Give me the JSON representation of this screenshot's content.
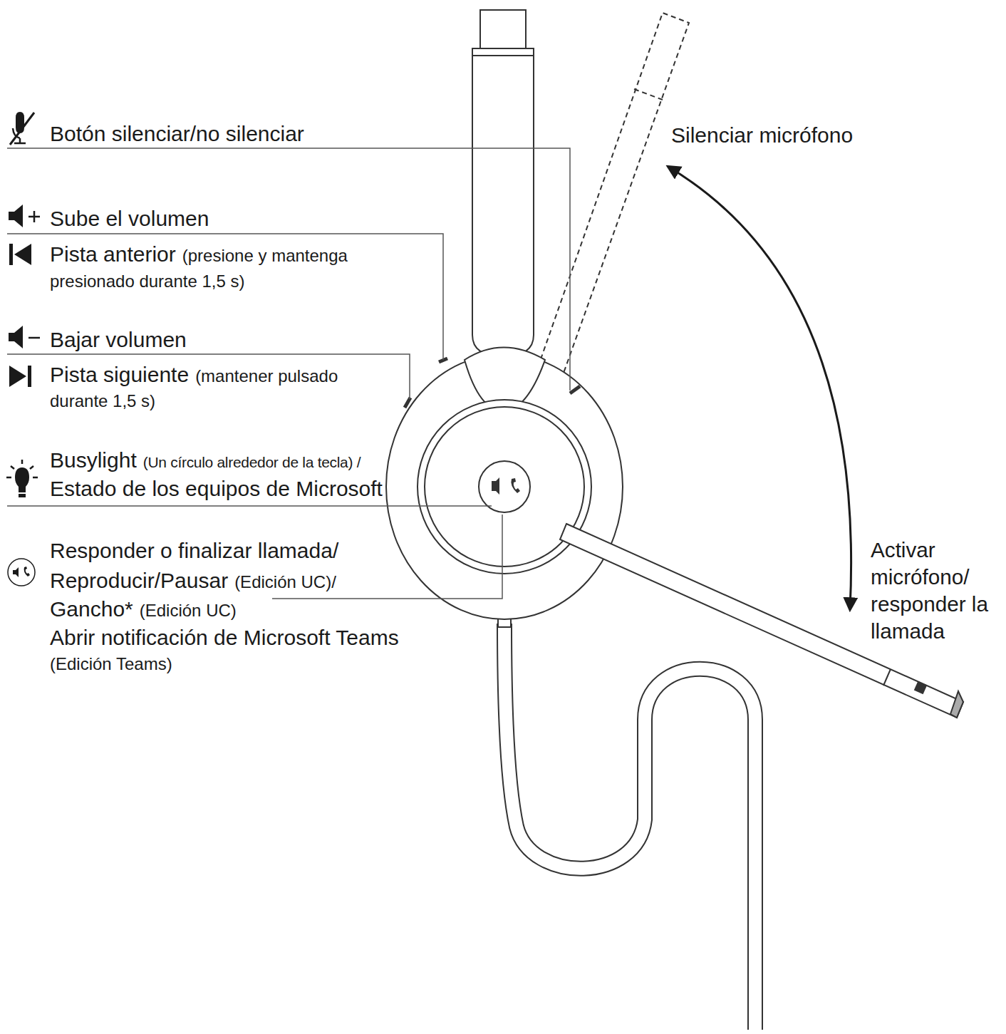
{
  "diagram": {
    "labels": [
      "Botón silenciar/no silenciar",
      "Silenciar micrófono",
      "Sube el volumen",
      "Pista anterior",
      "(presione y mantenga presionado durante 1,5 s)",
      "Bajar volumen",
      "Pista siguiente",
      "(mantener pulsado durante 1,5 s)",
      "Busylight",
      "(Un círculo alrededor de la tecla) /",
      "Estado de los equipos de Microsoft",
      "Activar micrófono/ responder la llamada",
      "Responder o finalizar llamada/",
      "Reproducir/Pausar",
      "(Edición UC)/",
      "Gancho*",
      "(Edición UC)",
      "Abrir notificación de Microsoft Teams",
      "(Edición Teams)"
    ]
  }
}
